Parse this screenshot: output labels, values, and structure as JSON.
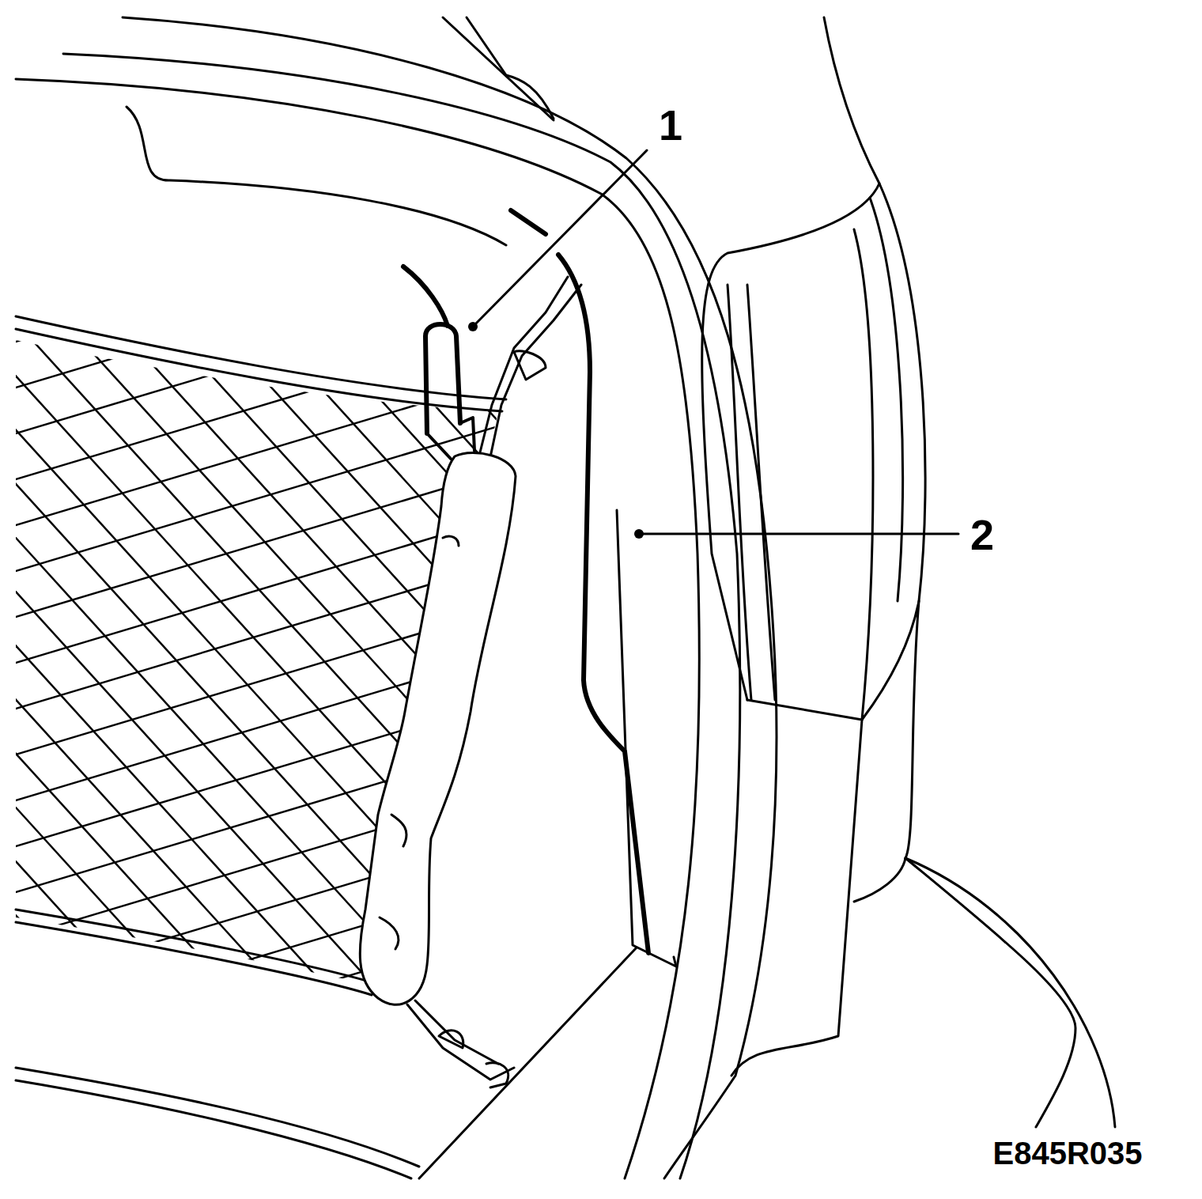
{
  "diagram": {
    "labels": [
      "1",
      "2",
      "E845R035"
    ]
  }
}
